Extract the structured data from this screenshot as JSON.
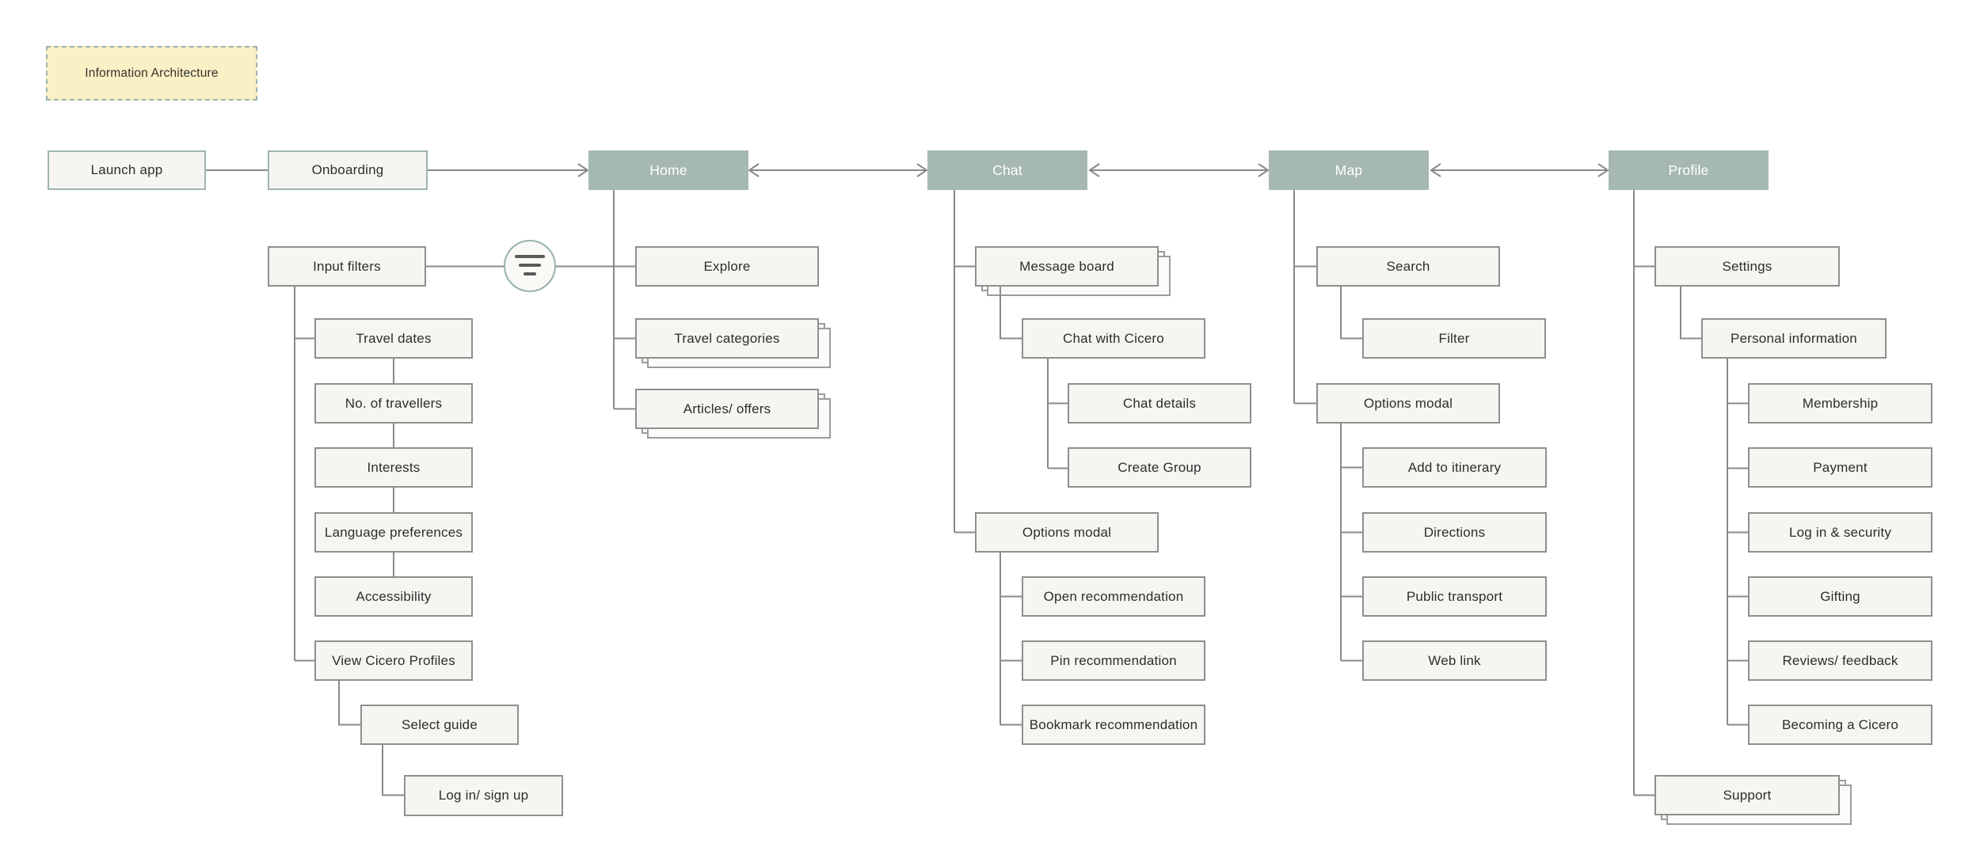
{
  "legend": {
    "label": "Information Architecture"
  },
  "flow": {
    "launch_app": {
      "label": "Launch app"
    },
    "onboarding": {
      "label": "Onboarding"
    },
    "home": {
      "label": "Home"
    },
    "chat": {
      "label": "Chat"
    },
    "map": {
      "label": "Map"
    },
    "profile": {
      "label": "Profile"
    }
  },
  "onboarding_branch": {
    "input_filters": {
      "label": "Input filters"
    },
    "filter_icon": "filter-lines-icon",
    "items": [
      {
        "label": "Travel dates"
      },
      {
        "label": "No. of travellers"
      },
      {
        "label": "Interests"
      },
      {
        "label": "Language preferences"
      },
      {
        "label": "Accessibility"
      },
      {
        "label": "View Cicero Profiles"
      }
    ],
    "select_guide": {
      "label": "Select guide"
    },
    "login_signup": {
      "label": "Log in/ sign up"
    }
  },
  "home_branch": {
    "explore": {
      "label": "Explore"
    },
    "travel_categories": {
      "label": "Travel categories"
    },
    "articles_offers": {
      "label": "Articles/ offers"
    }
  },
  "chat_branch": {
    "message_board": {
      "label": "Message board"
    },
    "chat_with_cicero": {
      "label": "Chat with Cicero"
    },
    "chat_details": {
      "label": "Chat details"
    },
    "create_group": {
      "label": "Create Group"
    },
    "options_modal": {
      "label": "Options modal"
    },
    "options": [
      {
        "label": "Open recommendation"
      },
      {
        "label": "Pin recommendation"
      },
      {
        "label": "Bookmark recommendation"
      }
    ]
  },
  "map_branch": {
    "search": {
      "label": "Search"
    },
    "filter": {
      "label": "Filter"
    },
    "options_modal": {
      "label": "Options modal"
    },
    "options": [
      {
        "label": "Add to itinerary"
      },
      {
        "label": "Directions"
      },
      {
        "label": "Public transport"
      },
      {
        "label": "Web link"
      }
    ]
  },
  "profile_branch": {
    "settings": {
      "label": "Settings"
    },
    "personal_information": {
      "label": "Personal information"
    },
    "items": [
      {
        "label": "Membership"
      },
      {
        "label": "Payment"
      },
      {
        "label": "Log in & security"
      },
      {
        "label": "Gifting"
      },
      {
        "label": "Reviews/ feedback"
      },
      {
        "label": "Becoming a Cicero"
      }
    ],
    "support": {
      "label": "Support"
    }
  },
  "colors": {
    "nav_fill": "#a6b8b4",
    "nav_text": "#ffffff",
    "box_fill": "#f6f5f1",
    "box_border": "#8f8f8f",
    "entry_border": "#9fb5b1",
    "legend_fill": "#faf0c5",
    "legend_border": "#9bb3ae",
    "connector": "#8a8a8a"
  }
}
